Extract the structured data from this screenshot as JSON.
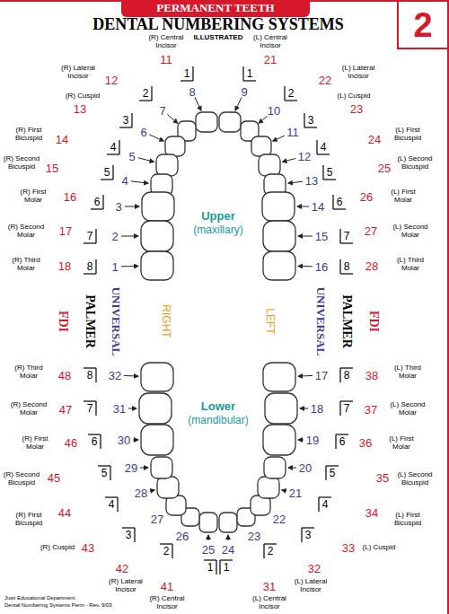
{
  "diagram": {
    "title": "DENTAL NUMBERING SYSTEMS",
    "nodes": [
      {
        "text": [
          "PERMANENT TEETH"
        ]
      },
      {
        "text": [
          "2"
        ]
      }
    ],
    "labels": [
      "(R) Central Incisor",
      "11",
      "1",
      "8",
      "(R) Lateral Incisor",
      "12",
      "2",
      "7",
      "(R) Cuspid",
      "13",
      "3",
      "6",
      "(R) First Bicuspid",
      "14",
      "4",
      "5",
      "(R) Second Bicuspid",
      "15",
      "5",
      "4",
      "(R) First Molar",
      "16",
      "6",
      "3",
      "(R) Second Molar",
      "17",
      "7",
      "2",
      "(R) Third Molar",
      "18",
      "8",
      "1",
      "(L) Central Incisor",
      "21",
      "1",
      "9",
      "(L) Lateral Incisor",
      "22",
      "2",
      "10",
      "(L) Cuspid",
      "23",
      "3",
      "11",
      "(L) First Bicuspid",
      "24",
      "4",
      "12",
      "(L) Second Bicuspid",
      "25",
      "5",
      "13",
      "(L) First Molar",
      "26",
      "6",
      "14",
      "(L) Second Molar",
      "27",
      "7",
      "15",
      "(L) Third Molar",
      "28",
      "8",
      "16",
      "(R) Central Incisor",
      "41",
      "1",
      "25",
      "(R) Lateral Incisor",
      "42",
      "2",
      "26",
      "(R) Cuspid",
      "43",
      "3",
      "27",
      "(R) First Bicuspid",
      "44",
      "4",
      "28",
      "(R) Second Bicuspid",
      "45",
      "5",
      "29",
      "(R) First Molar",
      "46",
      "6",
      "30",
      "(R) Second Molar",
      "47",
      "7",
      "31",
      "(R) Third Molar",
      "48",
      "8",
      "32",
      "(L) Central Incisor",
      "31",
      "1",
      "24",
      "(L) Lateral Incisor",
      "32",
      "2",
      "23",
      "(L) Cuspid",
      "33",
      "3",
      "22",
      "(L) First Bicuspid",
      "34",
      "4",
      "21",
      "(L) Second Bicuspid",
      "35",
      "5",
      "20",
      "(L) First Molar",
      "36",
      "6",
      "19",
      "(L) Second Molar",
      "37",
      "7",
      "18",
      "(L) Third Molar",
      "38",
      "8",
      "17",
      "ILLUSTRATED",
      "Upper",
      "(maxillary)",
      "Lower",
      "(mandibular)",
      "RIGHT",
      "LEFT",
      "FDI",
      "PALMER",
      "UNIVERSAL",
      "UNIVERSAL",
      "PALMER",
      "FDI",
      "Justi Educational Department",
      "Dental Numbering Systems Perm - Rev. 9/03"
    ]
  }
}
